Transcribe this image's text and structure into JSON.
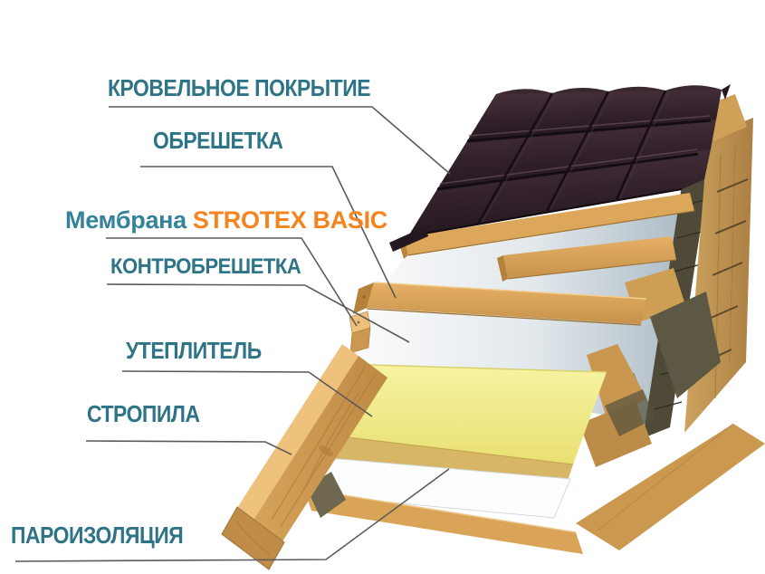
{
  "diagram": {
    "labels": {
      "roof_covering": "КРОВЕЛЬНОЕ ПОКРЫТИЕ",
      "lathing": "ОБРЕШЕТКА",
      "membrane_prefix": "Мембрана",
      "membrane_brand": "STROTEX BASIC",
      "counter_lathing": "КОНТРОБРЕШЕТКА",
      "insulation": "УТЕПЛИТЕЛЬ",
      "rafters": "СТРОПИЛА",
      "vapor_barrier": "ПАРОИЗОЛЯЦИЯ"
    },
    "colors": {
      "label_teal": "#2e7487",
      "membrane_teal": "#35839a",
      "brand_orange": "#f5841f",
      "leader_line": "#5a5a5a",
      "tile_dark": "#2e1e27",
      "wood_light": "#dca75a",
      "wood_mid": "#c6914a",
      "insulation_yellow": "#f3ee8e",
      "membrane_white": "#f4f7f8",
      "membrane_shadow": "#a9b8c3",
      "background": "#ffffff"
    }
  }
}
